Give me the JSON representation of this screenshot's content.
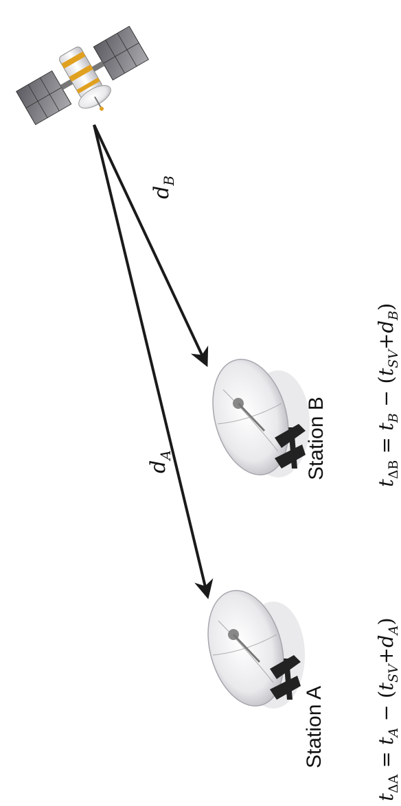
{
  "satellite": {
    "icon": "satellite-icon"
  },
  "stations": [
    {
      "id": "A",
      "label": "Station A",
      "icon": "satellite-dish-icon",
      "distance": {
        "base": "d",
        "sub": "A"
      },
      "equation": {
        "lhs_base": "t",
        "lhs_sub": "ΔA",
        "eq": " = ",
        "t_base": "t",
        "t_sub": "A",
        "minus": " − (",
        "sv_base": "t",
        "sv_sub": "SV",
        "plus": "+",
        "d_base": "d",
        "d_sub": "A",
        "close": ")"
      }
    },
    {
      "id": "B",
      "label": "Station B",
      "icon": "satellite-dish-icon",
      "distance": {
        "base": "d",
        "sub": "B"
      },
      "equation": {
        "lhs_base": "t",
        "lhs_sub": "ΔB",
        "eq": " = ",
        "t_base": "t",
        "t_sub": "B",
        "minus": " − (",
        "sv_base": "t",
        "sv_sub": "SV",
        "plus": "+",
        "d_base": "d",
        "d_sub": "B",
        "close": ")"
      }
    }
  ],
  "colors": {
    "arrow": "#1a1a1a",
    "text": "#111111",
    "panel": "#8a8a8e",
    "gold": "#e0a020"
  }
}
